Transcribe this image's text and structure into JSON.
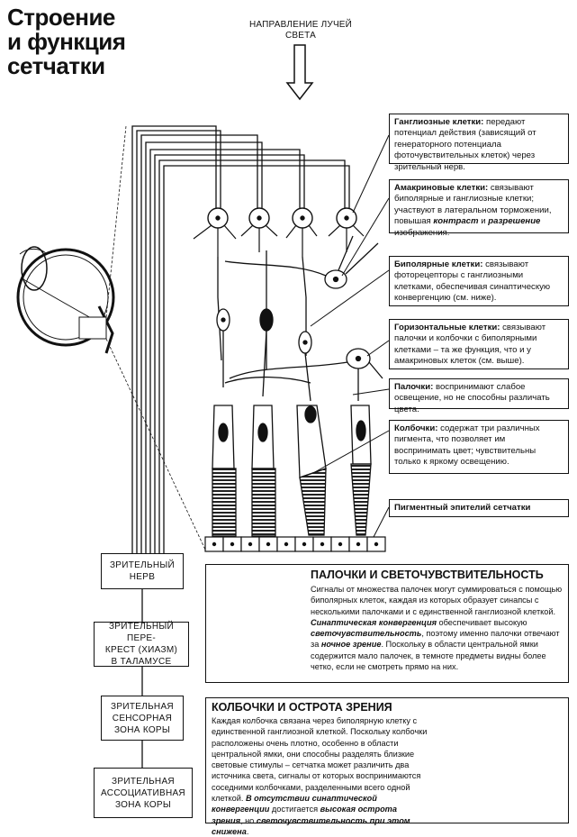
{
  "title": "Строение\nи функция\nсетчатки",
  "light_direction": "НАПРАВЛЕНИЕ ЛУЧЕЙ\nСВЕТА",
  "callouts": {
    "ganglion": {
      "term": "Ганглиозные клетки:",
      "text": " передают потенциал действия (зависящий от генераторного потенциала фоточувствительных клеток) через зрительный нерв."
    },
    "amacrine": {
      "term": "Амакриновые клетки:",
      "t1": " связывают биполярные и ганглиозные клетки; участвуют в латеральном торможении, повышая ",
      "k1": "контраст",
      "t2": " и ",
      "k2": "разрешение",
      "t3": " изображения."
    },
    "bipolar": {
      "term": "Биполярные клетки:",
      "text": " связывают фоторецепторы с ганглиозными клетками, обеспечивая синаптическую конвергенцию (см. ниже)."
    },
    "horizontal": {
      "term": "Горизонтальные клетки:",
      "text": " связывают палочки и колбочки с биполярными клетками – та же функция, что и у амакриновых клеток (см. выше)."
    },
    "rods": {
      "term": "Палочки:",
      "text": " воспринимают слабое освещение, но не способны различать цвета."
    },
    "cones": {
      "term": "Колбочки:",
      "text": " содержат три различных пигмента, что позволяет им воспринимать цвет; чувствительны только к яркому освещению."
    },
    "pigment": {
      "term": "Пигментный эпителий сетчатки"
    }
  },
  "flow": [
    "ЗРИТЕЛЬНЫЙ\nНЕРВ",
    "ЗРИТЕЛЬНЫЙ ПЕРЕ-\nКРЕСТ (ХИАЗМ)\nВ ТАЛАМУСЕ",
    "ЗРИТЕЛЬНАЯ\nСЕНСОРНАЯ\nЗОНА КОРЫ",
    "ЗРИТЕЛЬНАЯ\nАССОЦИАТИВНАЯ\nЗОНА КОРЫ"
  ],
  "rods_panel": {
    "heading": "ПАЛОЧКИ И СВЕТОЧУВСТВИТЕЛЬНОСТЬ",
    "t1": "Сигналы от множества палочек могут суммироваться с помощью биполярных клеток, каждая из которых образует синапсы с несколькими палочками и с единственной ганглиозной клеткой. ",
    "k1": "Синаптическая конвергенция",
    "t2": " обеспечивает высокую ",
    "k2": "светочувствительность",
    "t3": ", поэтому именно палочки отвечают за ",
    "k3": "ночное зрение",
    "t4": ". Поскольку в области центральной ямки содержится мало палочек, в темноте предметы видны более четко, если не смотреть прямо на них."
  },
  "cones_panel": {
    "heading": "КОЛБОЧКИ И ОСТРОТА ЗРЕНИЯ",
    "t1": "Каждая колбочка связана через биполярную клетку с единственной ганглиозной клеткой. Поскольку колбочки расположены очень плотно, особенно в области центральной ямки, они способны разделять близкие световые стимулы – сетчатка может различить два источника света, сигналы от которых воспринимаются соседними колбочками, разделенными всего одной клеткой. ",
    "k1": "В отсутствии синаптической конвергенции",
    "t2": " достигается ",
    "k2": "высокая острота зрения",
    "t3": ", но ",
    "k3": "светочувствительность при этом снижена",
    "t4": "."
  }
}
